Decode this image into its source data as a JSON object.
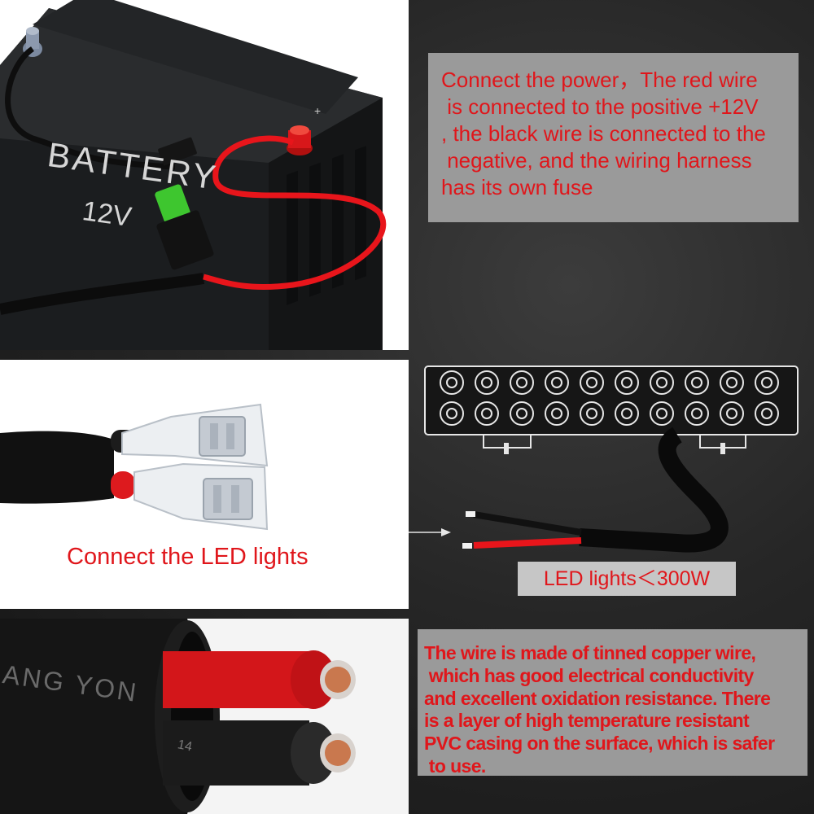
{
  "battery": {
    "label": "BATTERY",
    "voltage": "12V",
    "plus": "+"
  },
  "power_note": {
    "lines": [
      "Connect the power，The red wire",
      " is connected to the positive +12V",
      ", the black wire is connected to the",
      " negative, and the wiring harness",
      "has its own fuse"
    ]
  },
  "led_connect": {
    "caption": "Connect the LED lights"
  },
  "led_bar": {
    "caption": "LED lights＜300W"
  },
  "cable": {
    "print_text": "ANG YON",
    "print_text_2": "14"
  },
  "wire_note": {
    "lines": [
      "The wire is made of tinned copper wire,",
      " which has good electrical conductivity",
      "and excellent oxidation resistance. There",
      "is a layer of high temperature resistant",
      "PVC casing on the surface, which is safer",
      " to use."
    ]
  },
  "colors": {
    "text_red": "#e0161b",
    "wire_red": "#e8151b",
    "note_box": "#9a9a9a",
    "led_caption_box": "#c6c6c6"
  }
}
